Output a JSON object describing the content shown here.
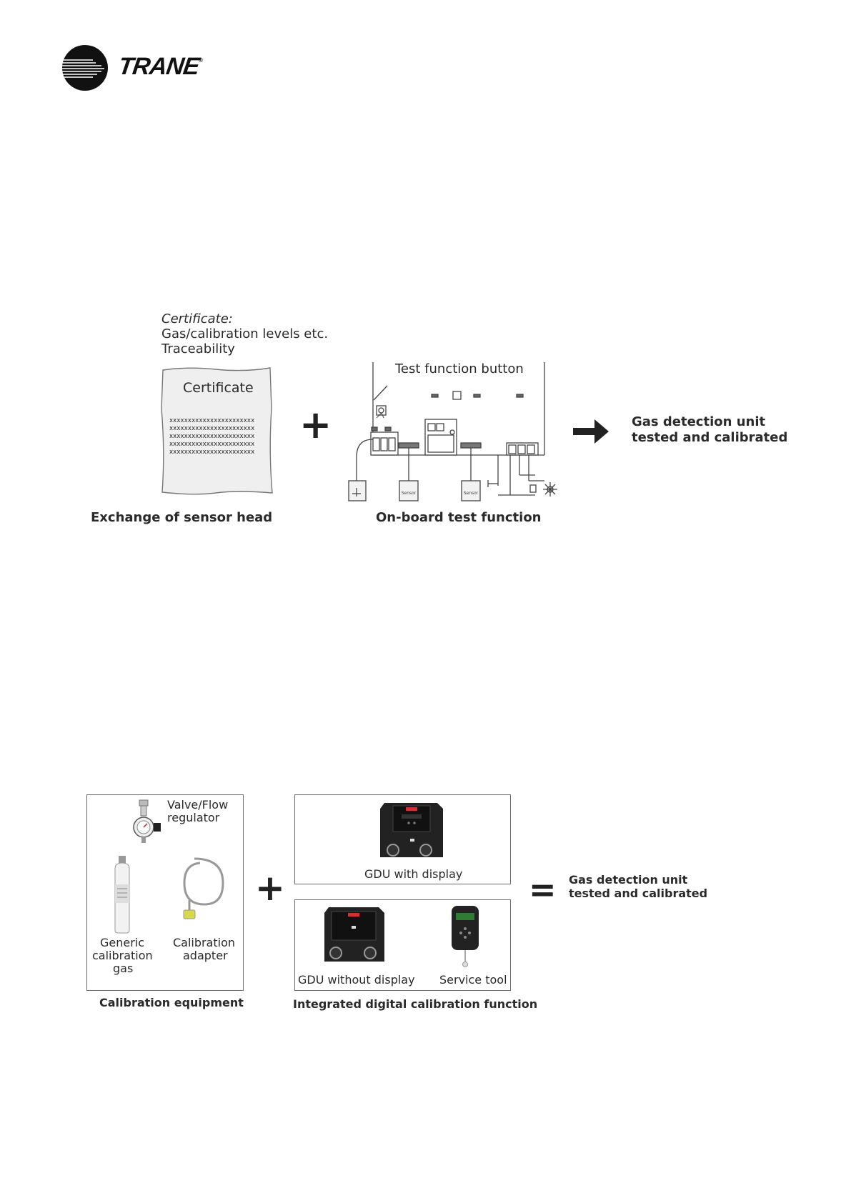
{
  "brand": {
    "name": "TRANE",
    "registered": "®"
  },
  "figure1": {
    "certificate_note": {
      "line1": "Certificate:",
      "line2": "Gas/calibration levels etc.",
      "line3": "Traceability"
    },
    "certificate_title": "Certificate",
    "certificate_rows": [
      "xxxxxxxxxxxxxxxxxxxxxxx",
      "xxxxxxxxxxxxxxxxxxxxxxx",
      "xxxxxxxxxxxxxxxxxxxxxxx",
      "xxxxxxxxxxxxxxxxxxxxxxx",
      "xxxxxxxxxxxxxxxxxxxxxxx"
    ],
    "plus": "+",
    "test_button_label": "Test function button",
    "sensor_label": "Sensor",
    "result_line1": "Gas detection unit",
    "result_line2": "tested and calibrated",
    "caption_left": "Exchange of sensor head",
    "caption_right": "On-board test function"
  },
  "figure2": {
    "valve_line1": "Valve/Flow",
    "valve_line2": "regulator",
    "gas_line1": "Generic",
    "gas_line2": "calibration",
    "gas_line3": "gas",
    "adapter_line1": "Calibration",
    "adapter_line2": "adapter",
    "caption_left": "Calibration equipment",
    "plus": "+",
    "gdu_display": "GDU with display",
    "gdu_no_display": "GDU without display",
    "service_tool": "Service tool",
    "caption_right": "Integrated digital calibration function",
    "equals": "=",
    "result_line1": "Gas detection unit",
    "result_line2": "tested and calibrated"
  }
}
